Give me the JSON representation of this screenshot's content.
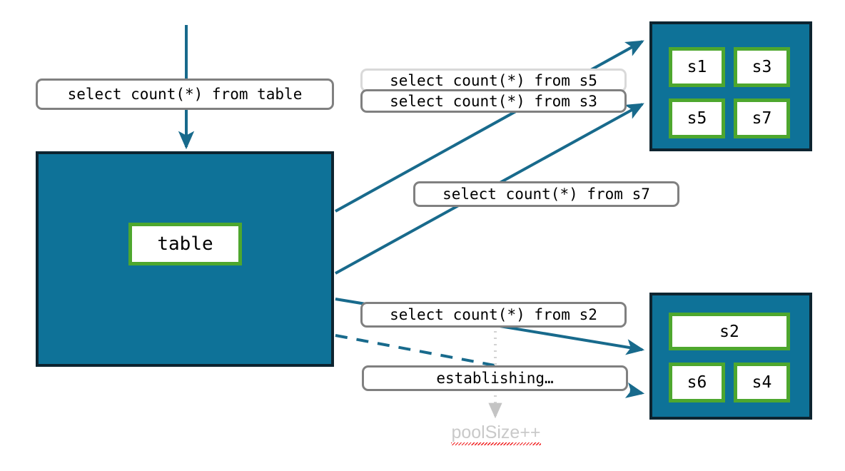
{
  "diagram": {
    "title": "database connection pool query routing",
    "colors": {
      "pool_fill": "#0e7298",
      "pool_border": "#0d2430",
      "cell_border": "#4ea72e",
      "cell_fill": "#ffffff",
      "arrow": "#186a8c",
      "label_border": "#808080",
      "label_border_light": "#d9d9d9",
      "muted_text": "#c9c9c9",
      "spellcheck_underline": "#f01b1b"
    }
  },
  "table_container": {
    "node_label": "table"
  },
  "labels": {
    "incoming_query": "select count(*) from table",
    "query_s5": "select count(*) from s5",
    "query_s3": "select count(*) from s3",
    "query_s7": "select count(*) from s7",
    "query_s2": "select count(*) from s2",
    "establishing": "establishing…",
    "pool_size": "poolSize++"
  },
  "pool_top": {
    "cells": [
      {
        "label": "s1"
      },
      {
        "label": "s3"
      },
      {
        "label": "s5"
      },
      {
        "label": "s7"
      }
    ]
  },
  "pool_bottom": {
    "cells": [
      {
        "label": "s2"
      },
      {
        "label": "s6"
      },
      {
        "label": "s4"
      }
    ]
  }
}
